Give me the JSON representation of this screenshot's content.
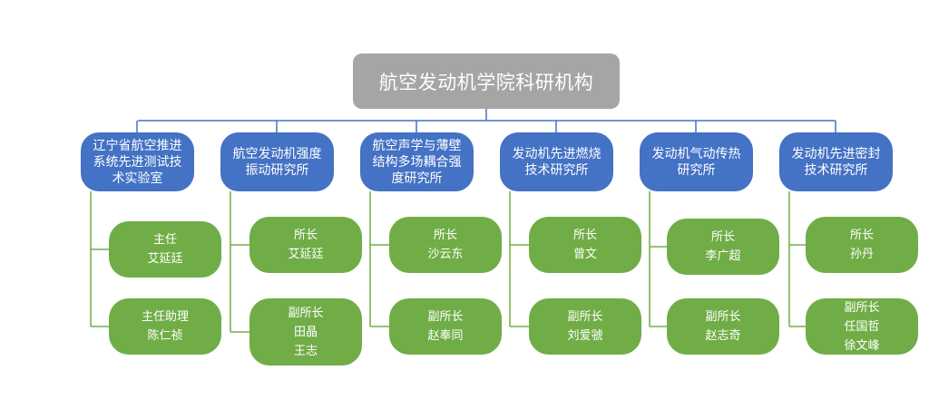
{
  "colors": {
    "root_box": "#a5a5a5",
    "institute_box": "#4472c4",
    "person_box": "#70ad47",
    "connector_blue": "#4472c4",
    "connector_green": "#70ad47"
  },
  "root": {
    "title": "航空发动机学院科研机构"
  },
  "institutes": [
    {
      "name_lines": [
        "辽宁省航空推进",
        "系统先进测试技",
        "术实验室"
      ],
      "members": [
        {
          "lines": [
            "主任",
            "艾延廷"
          ]
        },
        {
          "lines": [
            "主任助理",
            "陈仁祯"
          ]
        }
      ]
    },
    {
      "name_lines": [
        "航空发动机强度",
        "振动研究所"
      ],
      "members": [
        {
          "lines": [
            "所长",
            "艾延廷"
          ]
        },
        {
          "lines": [
            "副所长",
            "田晶",
            "王志"
          ]
        }
      ]
    },
    {
      "name_lines": [
        "航空声学与薄壁",
        "结构多场耦合强",
        "度研究所"
      ],
      "members": [
        {
          "lines": [
            "所长",
            "沙云东"
          ]
        },
        {
          "lines": [
            "副所长",
            "赵奉同"
          ]
        }
      ]
    },
    {
      "name_lines": [
        "发动机先进燃烧",
        "技术研究所"
      ],
      "members": [
        {
          "lines": [
            "所长",
            "曾文"
          ]
        },
        {
          "lines": [
            "副所长",
            "刘爱虢"
          ]
        }
      ]
    },
    {
      "name_lines": [
        "发动机气动传热",
        "研究所"
      ],
      "members": [
        {
          "lines": [
            "所长",
            "李广超"
          ]
        },
        {
          "lines": [
            "副所长",
            "赵志奇"
          ]
        }
      ]
    },
    {
      "name_lines": [
        "发动机先进密封",
        "技术研究所"
      ],
      "members": [
        {
          "lines": [
            "所长",
            "孙丹"
          ]
        },
        {
          "lines": [
            "副所长",
            "任国哲",
            "徐文峰"
          ]
        }
      ]
    }
  ]
}
